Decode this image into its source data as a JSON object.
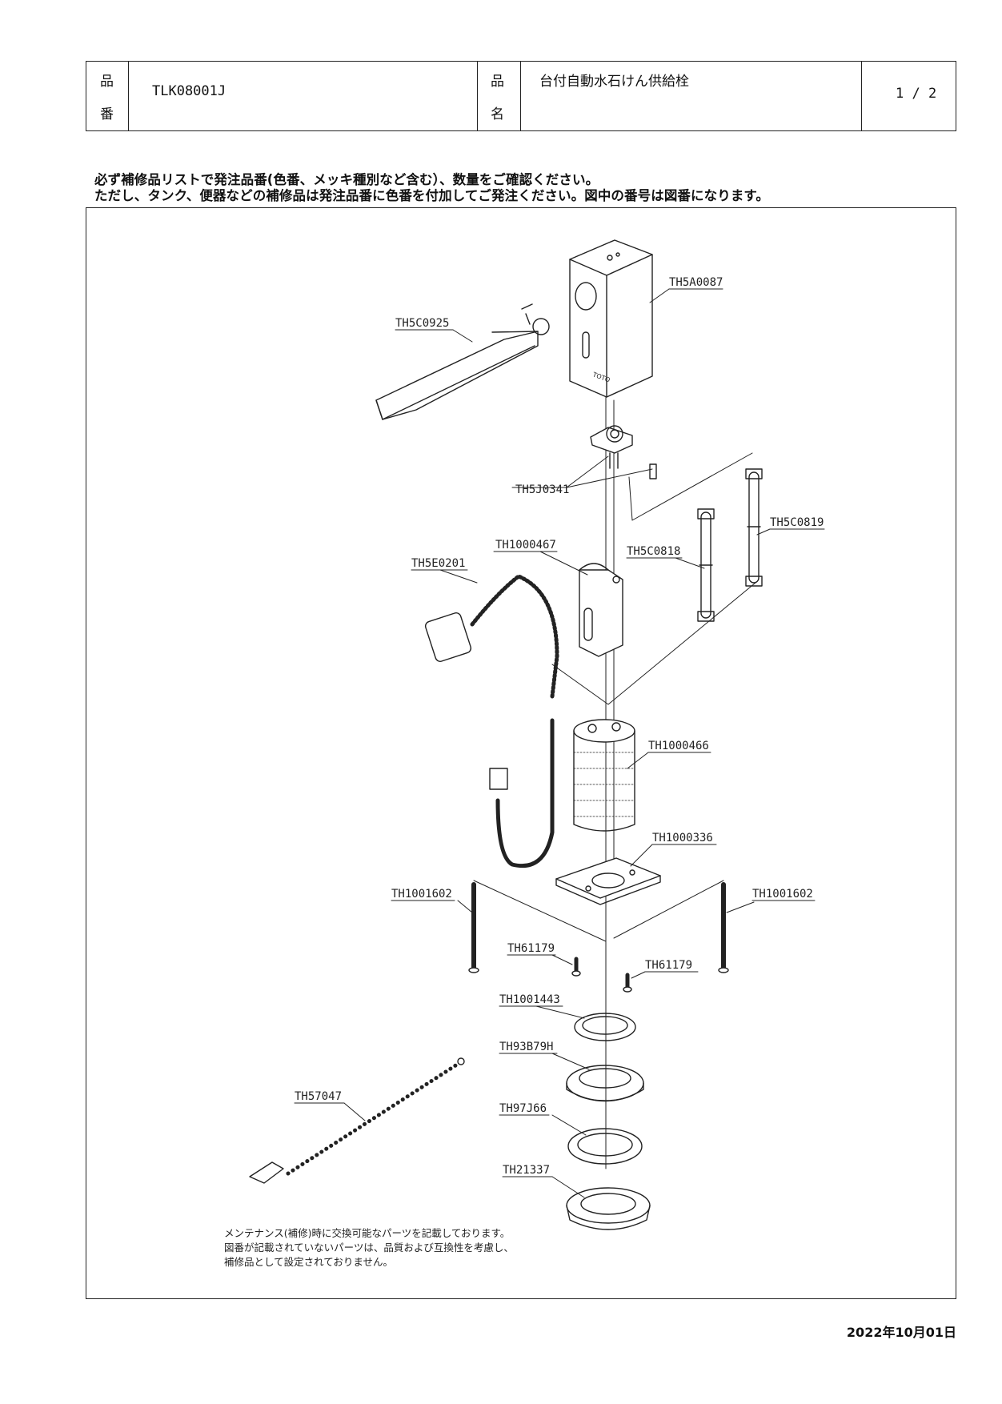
{
  "header": {
    "part_number_label": [
      "品",
      "番"
    ],
    "part_number": "TLK08001J",
    "product_name_label": [
      "品",
      "名"
    ],
    "product_name": "台付自動水石けん供給栓",
    "page": "1 / 2"
  },
  "notice": {
    "line1": "必ず補修品リストで発注品番(色番、メッキ種別など含む）、数量をご確認ください。",
    "line2": "ただし、タンク、便器などの補修品は発注品番に色番を付加してご発注ください。図中の番号は図番になります。"
  },
  "parts": [
    {
      "id": "TH5A0087"
    },
    {
      "id": "TH5C0925"
    },
    {
      "id": "TH5J0341"
    },
    {
      "id": "TH5C0819"
    },
    {
      "id": "TH1000467"
    },
    {
      "id": "TH5E0201"
    },
    {
      "id": "TH5C0818"
    },
    {
      "id": "TH1000466"
    },
    {
      "id": "TH1000336"
    },
    {
      "id": "TH1001602"
    },
    {
      "id": "TH1001602"
    },
    {
      "id": "TH61179"
    },
    {
      "id": "TH61179"
    },
    {
      "id": "TH1001443"
    },
    {
      "id": "TH93B79H"
    },
    {
      "id": "TH57047"
    },
    {
      "id": "TH97J66"
    },
    {
      "id": "TH21337"
    }
  ],
  "footnote": [
    "メンテナンス(補修)時に交換可能なパーツを記載しております。",
    "図番が記載されていないパーツは、品質および互換性を考慮し、",
    "補修品として設定されておりません。"
  ],
  "date": "2022年10月01日",
  "faucet_logo": "TOTO"
}
